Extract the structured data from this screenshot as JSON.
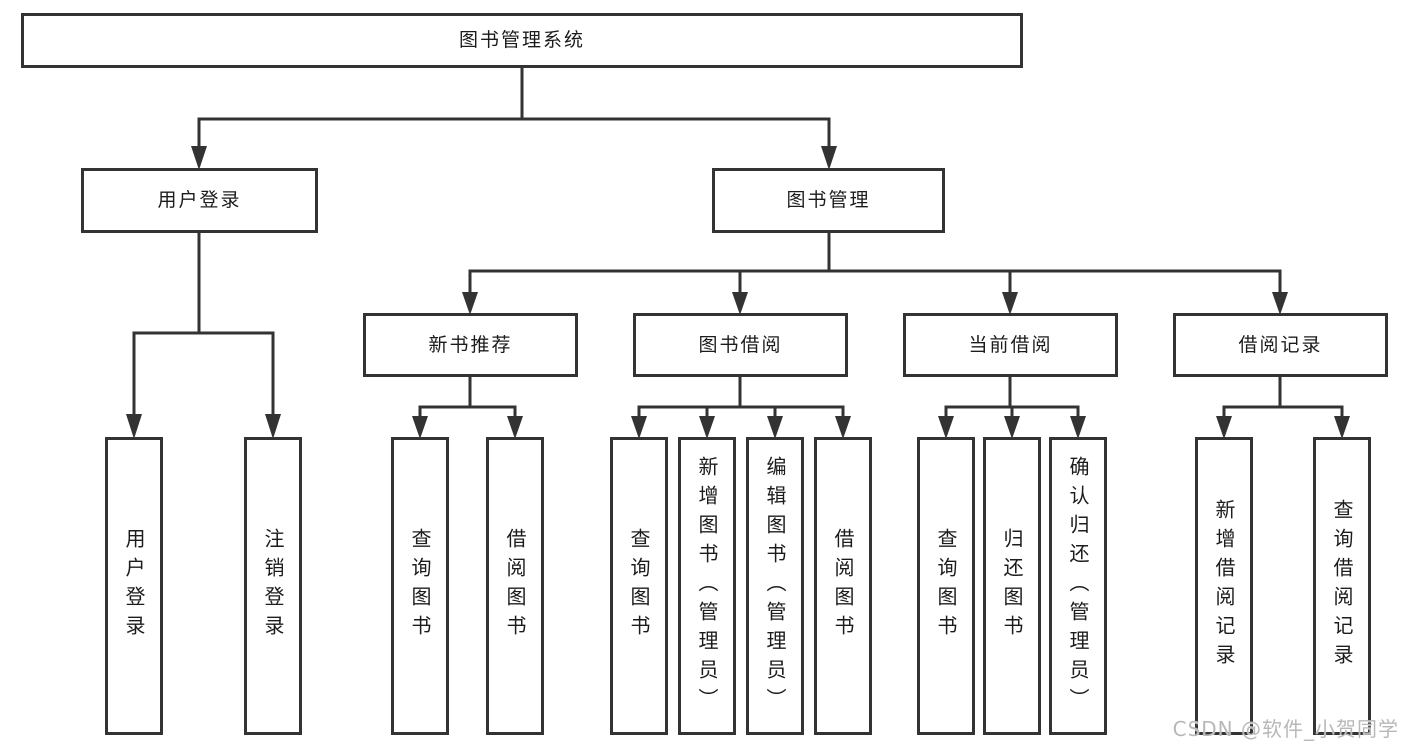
{
  "tree": {
    "root": {
      "label": "图书管理系统",
      "children": [
        {
          "label": "用户登录",
          "children": [
            {
              "label": "用户登录"
            },
            {
              "label": "注销登录"
            }
          ]
        },
        {
          "label": "图书管理",
          "children": [
            {
              "label": "新书推荐",
              "children": [
                {
                  "label": "查询图书"
                },
                {
                  "label": "借阅图书"
                }
              ]
            },
            {
              "label": "图书借阅",
              "children": [
                {
                  "label": "查询图书"
                },
                {
                  "label": "新增图书（管理员）"
                },
                {
                  "label": "编辑图书（管理员）"
                },
                {
                  "label": "借阅图书"
                }
              ]
            },
            {
              "label": "当前借阅",
              "children": [
                {
                  "label": "查询图书"
                },
                {
                  "label": "归还图书"
                },
                {
                  "label": "确认归还（管理员）"
                }
              ]
            },
            {
              "label": "借阅记录",
              "children": [
                {
                  "label": "新增借阅记录"
                },
                {
                  "label": "查询借阅记录"
                }
              ]
            }
          ]
        }
      ]
    }
  },
  "watermark": {
    "text": "CSDN @软件_小贺同学"
  },
  "colors": {
    "line": "#333333",
    "text": "#1c1c1c",
    "watermark": "#b8b8b8",
    "background": "#ffffff"
  }
}
